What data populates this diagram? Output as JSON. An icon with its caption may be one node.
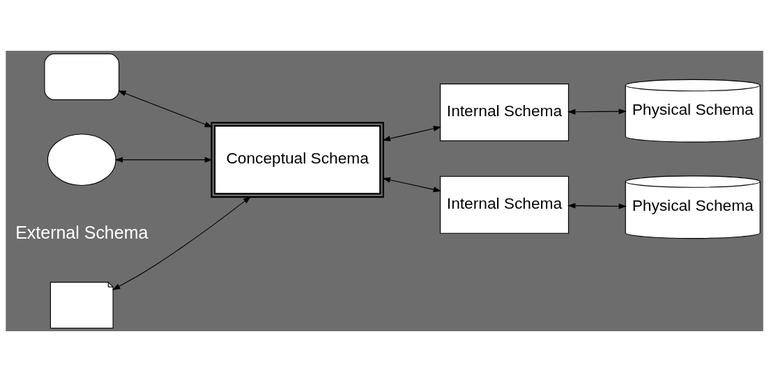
{
  "diagram": {
    "nodes": [
      {
        "text": [],
        "shape": "document"
      },
      {
        "text": [],
        "shape": "box"
      },
      {
        "text": [],
        "shape": "callout"
      },
      {
        "text": [
          "Conceptual Schema"
        ]
      },
      {
        "text": [
          "Internal Schema"
        ]
      },
      {
        "text": [
          "Internal Schema"
        ]
      },
      {
        "text": [
          "Physical Schema"
        ]
      },
      {
        "text": [
          "Physical Schema"
        ]
      }
    ],
    "edges": [
      {
        "from": 0,
        "to": 3,
        "arrow": "both"
      },
      {
        "from": 1,
        "to": 3,
        "arrow": "both"
      },
      {
        "from": 2,
        "to": 3,
        "arrow": "both"
      },
      {
        "from": 3,
        "to": 4,
        "arrow": "both"
      },
      {
        "from": 3,
        "to": 5,
        "arrow": "both"
      },
      {
        "from": 4,
        "to": 6,
        "arrow": "both"
      },
      {
        "from": 5,
        "to": 7,
        "arrow": "both"
      }
    ],
    "labels": [
      "External Schema"
    ]
  }
}
